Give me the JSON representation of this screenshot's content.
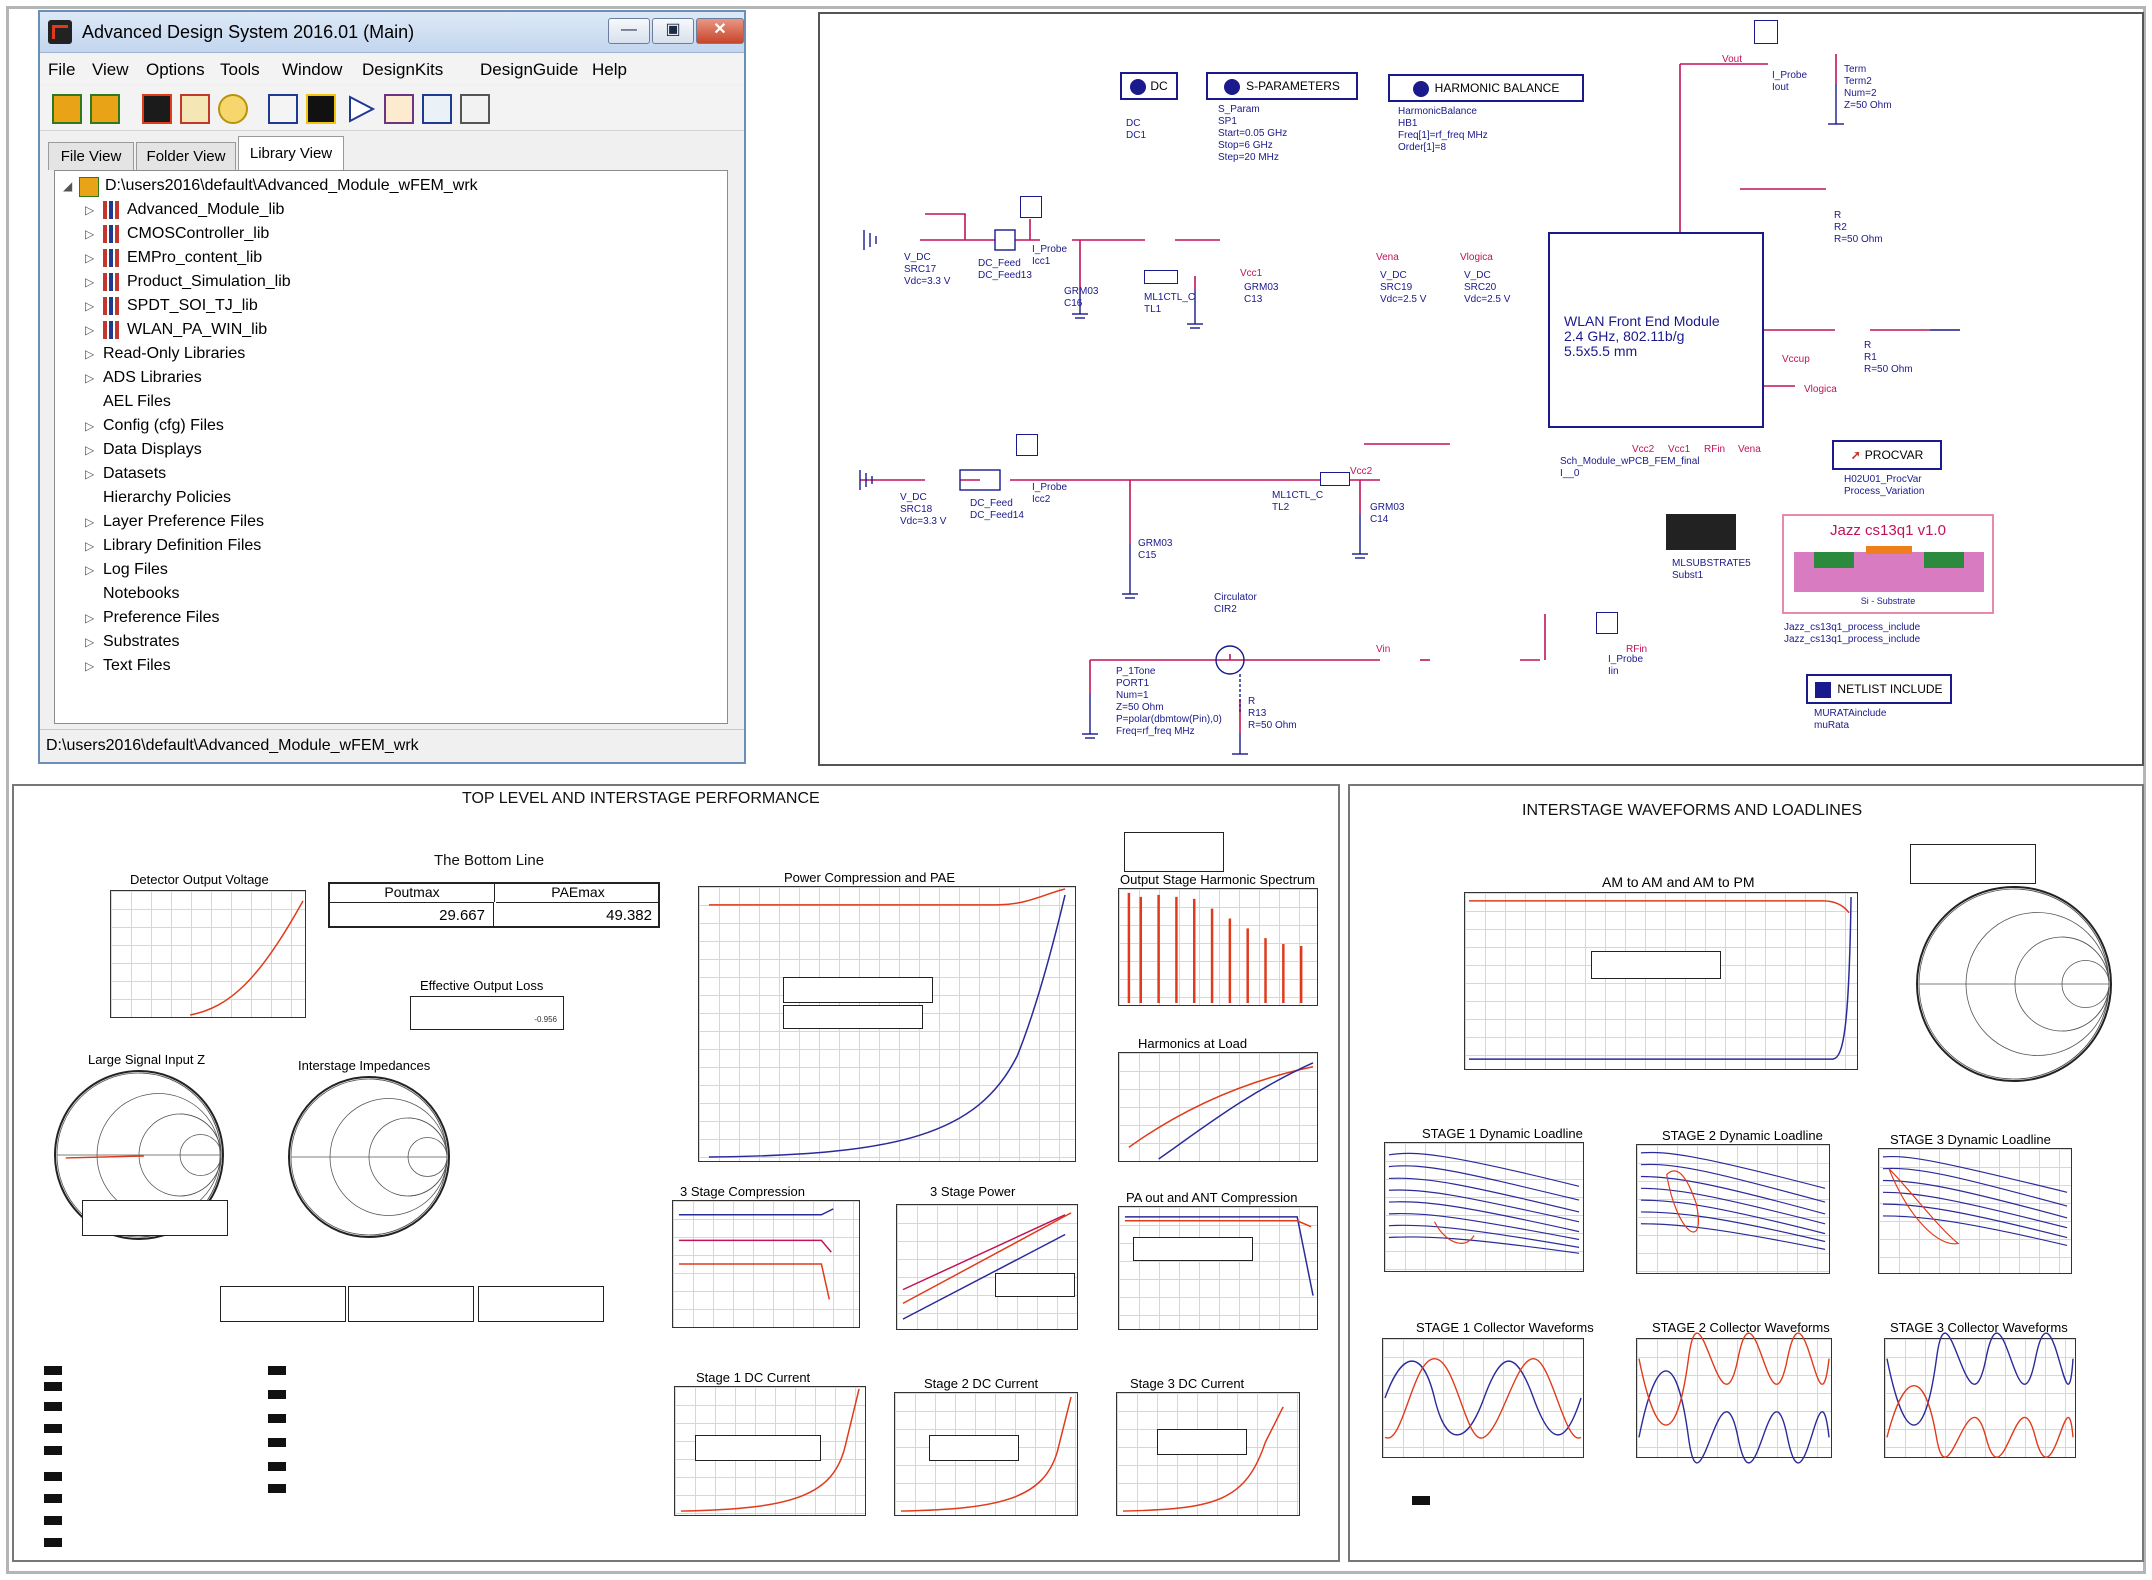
{
  "window": {
    "title": "Advanced Design System 2016.01 (Main)",
    "menu": [
      "File",
      "View",
      "Options",
      "Tools",
      "Window",
      "DesignKits",
      "DesignGuide",
      "Help"
    ],
    "tabs": [
      "File View",
      "Folder View",
      "Library View"
    ],
    "active_tab": "Library View",
    "tree_root": "D:\\users2016\\default\\Advanced_Module_wFEM_wrk",
    "libraries": [
      "Advanced_Module_lib",
      "CMOSController_lib",
      "EMPro_content_lib",
      "Product_Simulation_lib",
      "SPDT_SOI_TJ_lib",
      "WLAN_PA_WIN_lib"
    ],
    "folders": [
      "Read-Only Libraries",
      "ADS Libraries",
      "AEL Files",
      "Config (cfg) Files",
      "Data Displays",
      "Datasets",
      "Hierarchy Policies",
      "Layer Preference Files",
      "Library Definition Files",
      "Log Files",
      "Notebooks",
      "Preference Files",
      "Substrates",
      "Text Files"
    ],
    "status": "D:\\users2016\\default\\Advanced_Module_wFEM_wrk"
  },
  "schematic": {
    "dc_label": "DC",
    "dc_name": "DC\nDC1",
    "sp_label": "S-PARAMETERS",
    "sp_params": "S_Param\nSP1\nStart=0.05 GHz\nStop=6 GHz\nStep=20 MHz",
    "hb_label": "HARMONIC BALANCE",
    "hb_params": "HarmonicBalance\nHB1\nFreq[1]=rf_freq MHz\nOrder[1]=8",
    "module_text": "WLAN Front End Module\n2.4 GHz, 802.11b/g\n5.5x5.5 mm",
    "module_name": "Sch_Module_wPCB_FEM_final\nI__0",
    "src17": "V_DC\nSRC17\nVdc=3.3 V",
    "src18": "V_DC\nSRC18\nVdc=3.3 V",
    "src19": "V_DC\nSRC19\nVdc=2.5 V",
    "src20": "V_DC\nSRC20\nVdc=2.5 V",
    "feed13": "DC_Feed\nDC_Feed13",
    "feed14": "DC_Feed\nDC_Feed14",
    "icc1": "I_Probe\nIcc1",
    "icc2": "I_Probe\nIcc2",
    "c16": "GRM03\nC16",
    "c13": "GRM03\nC13",
    "c15": "GRM03\nC15",
    "c14": "GRM03\nC14",
    "tl1": "ML1CTL_C\nTL1",
    "tl2": "ML1CTL_C\nTL2",
    "iout": "I_Probe\nIout",
    "term": "Term\nTerm2\nNum=2\nZ=50 Ohm",
    "r2": "R\nR2\nR=50 Ohm",
    "r1": "R\nR1\nR=50 Ohm",
    "r13": "R\nR13\nR=50 Ohm",
    "cir": "Circulator\nCIR2",
    "port": "P_1Tone\nPORT1\nNum=1\nZ=50 Ohm\nP=polar(dbmtow(Pin),0)\nFreq=rf_freq MHz",
    "iin": "I_Probe\nIin",
    "procvar_label": "PROCVAR",
    "procvar": "H02U01_ProcVar\nProcess_Variation",
    "msub": "MLSUBSTRATE5\nSubst1",
    "jazz_title": "Jazz cs13q1 v1.0",
    "jazz_sub": "Si - Substrate",
    "jazz_inc": "Jazz_cs13q1_process_include\nJazz_cs13q1_process_include",
    "netlist_label": "NETLIST INCLUDE",
    "netlist": "MURATAinclude\nmuRata",
    "nets": {
      "vout": "Vout",
      "vcc1": "Vcc1",
      "vcc2": "Vcc2",
      "vena": "Vena",
      "vlogica": "Vlogica",
      "vccup": "Vccup",
      "rfin": "RFin",
      "rfin2": "RFin",
      "vin": "Vin",
      "vcc2b": "Vcc2",
      "vcc1b": "Vcc1",
      "vena2": "Vena",
      "vlogica2": "Vlogica"
    }
  },
  "top_panel": {
    "title": "TOP LEVEL AND INTERSTAGE PERFORMANCE",
    "bottom_line": "The Bottom Line",
    "poutmax_label": "Poutmax",
    "paemax_label": "PAEmax",
    "poutmax": "29.667",
    "paemax": "49.382",
    "eff_loss_title": "Effective Output Loss",
    "eff_loss_value": "-0.956",
    "plots": {
      "detector": "Detector Output Voltage",
      "power_comp": "Power Compression and PAE",
      "harmonic": "Output Stage Harmonic Spectrum",
      "large_signal": "Large Signal Input Z",
      "interstage": "Interstage Impedances",
      "harm_load": "Harmonics at Load",
      "stage3_comp": "3 Stage Compression",
      "stage3_power": "3 Stage Power",
      "paout": "PA out and ANT Compression",
      "s1dc": "Stage 1 DC Current",
      "s2dc": "Stage 2 DC Current",
      "s3dc": "Stage 3 DC Current"
    }
  },
  "inter_panel": {
    "title": "INTERSTAGE WAVEFORMS AND LOADLINES",
    "amam": "AM to AM and AM to PM",
    "ll1": "STAGE 1 Dynamic Loadline",
    "ll2": "STAGE 2 Dynamic Loadline",
    "ll3": "STAGE 3 Dynamic Loadline",
    "cw1": "STAGE 1 Collector Waveforms",
    "cw2": "STAGE 2 Collector Waveforms",
    "cw3": "STAGE 3 Collector Waveforms"
  },
  "colors": {
    "red": "#e03a1a",
    "blue": "#2a2a9a",
    "magenta": "#c0135a",
    "navy": "#1a1a8c"
  }
}
